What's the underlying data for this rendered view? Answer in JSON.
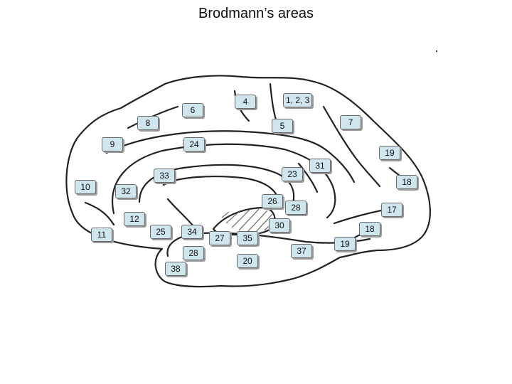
{
  "title": "Brodmann’s areas",
  "areas": [
    "4",
    "1, 2, 3",
    "6",
    "8",
    "5",
    "7",
    "9",
    "24",
    "19",
    "31",
    "33",
    "23",
    "10",
    "32",
    "18",
    "26",
    "28",
    "17",
    "12",
    "30",
    "18",
    "11",
    "25",
    "34",
    "27",
    "35",
    "19",
    "37",
    "28",
    "20",
    "38"
  ]
}
